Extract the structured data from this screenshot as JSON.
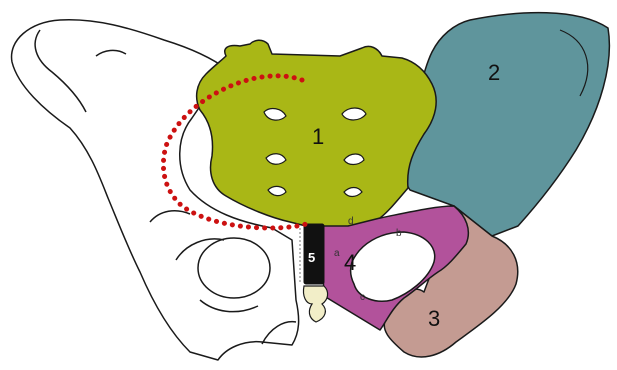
{
  "colors": {
    "background": "#ffffff",
    "outline": "#1a1a1a",
    "sacrum": "#a9b716",
    "ilium": "#5f959c",
    "ischium": "#c49b92",
    "pubis": "#b2529b",
    "coccyx": "#111111",
    "dotted_line": "#cc1111"
  },
  "labels": {
    "region_1": "1",
    "region_2": "2",
    "region_3": "3",
    "region_4": "4",
    "region_5": "5",
    "point_a": "a",
    "point_b": "b",
    "point_c": "c",
    "point_d": "d"
  }
}
